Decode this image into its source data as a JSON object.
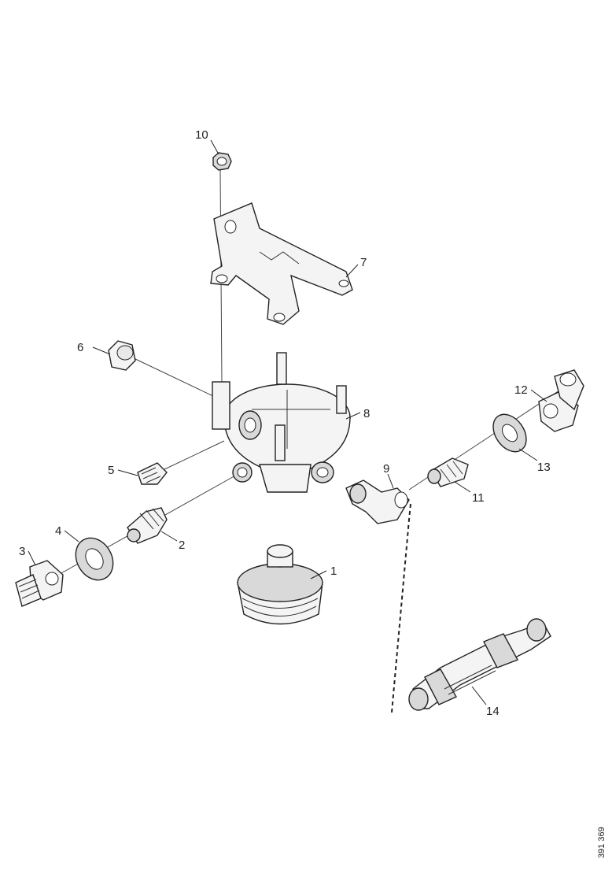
{
  "callouts": [
    {
      "id": "p1",
      "label": "1"
    },
    {
      "id": "p2",
      "label": "2"
    },
    {
      "id": "p3",
      "label": "3"
    },
    {
      "id": "p4",
      "label": "4"
    },
    {
      "id": "p5",
      "label": "5"
    },
    {
      "id": "p6",
      "label": "6"
    },
    {
      "id": "p7",
      "label": "7"
    },
    {
      "id": "p8",
      "label": "8"
    },
    {
      "id": "p9",
      "label": "9"
    },
    {
      "id": "p10",
      "label": "10"
    },
    {
      "id": "p11",
      "label": "11"
    },
    {
      "id": "p12",
      "label": "12"
    },
    {
      "id": "p13",
      "label": "13"
    },
    {
      "id": "p14",
      "label": "14"
    }
  ],
  "reference_code": "391 369"
}
